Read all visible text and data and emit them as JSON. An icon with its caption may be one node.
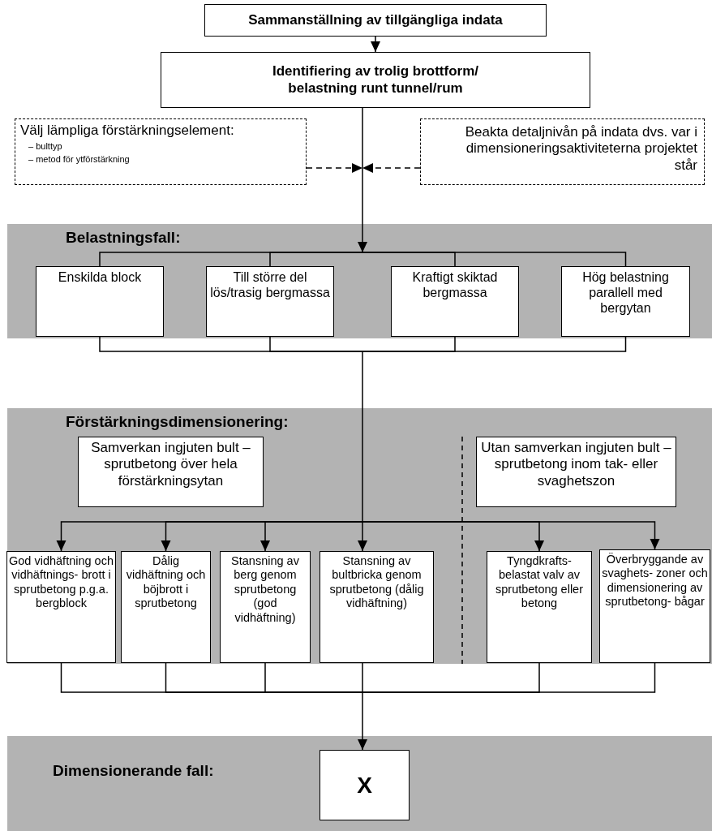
{
  "diagram": {
    "nodes": [
      {
        "text": [
          "Sammanställning av tillgängliga indata"
        ]
      },
      {
        "text": [
          "Identifiering av trolig brottform/ belastning runt tunnel/rum"
        ]
      },
      {
        "text": [
          "Välj lämpliga förstärkningselement:",
          "– bulttyp",
          "– metod för ytförstärkning"
        ]
      },
      {
        "text": [
          "Beakta detaljnivån på indata dvs. var i dimensioneringsaktiviteterna projektet står"
        ]
      },
      {
        "text": [
          "Belastningsfall:"
        ]
      },
      {
        "text": [
          "Enskilda block"
        ],
        "in": 4
      },
      {
        "text": [
          "Till större del lös/trasig bergmassa"
        ],
        "in": 4
      },
      {
        "text": [
          "Kraftigt skiktad bergmassa"
        ],
        "in": 4
      },
      {
        "text": [
          "Hög belastning parallell med bergytan"
        ],
        "in": 4
      },
      {
        "text": [
          "Förstärkningsdimensionering:"
        ]
      },
      {
        "text": [
          "Samverkan ingjuten bult –sprutbetong över hela förstärkningsytan"
        ],
        "in": 9
      },
      {
        "text": [
          "Utan samverkan ingjuten bult –sprutbetong inom tak- eller svaghetszon"
        ],
        "in": 9
      },
      {
        "text": [
          "God vidhäftning och vidhäftnings- brott i sprutbetong p.g.a. bergblock"
        ],
        "in": 9
      },
      {
        "text": [
          "Dålig vidhäftning och böjbrott i sprutbetong"
        ],
        "in": 9
      },
      {
        "text": [
          "Stansning av berg genom sprutbetong (god vidhäftning)"
        ],
        "in": 9
      },
      {
        "text": [
          "Stansning av bultbricka genom sprutbetong (dålig vidhäftning)"
        ],
        "in": 9
      },
      {
        "text": [
          "Tyngdkrafts- belastat valv av sprutbetong eller betong"
        ],
        "in": 9
      },
      {
        "text": [
          "Överbryggande av svaghets- zoner och dimensionering av sprutbetong- bågar"
        ],
        "in": 9
      },
      {
        "text": [
          "Dimensionerande fall:"
        ]
      },
      {
        "text": [
          "X"
        ],
        "in": 18
      }
    ],
    "edges": [
      {
        "from": 0,
        "to": 1,
        "arrow": "to"
      },
      {
        "from": 2,
        "to": null,
        "arrow": "to",
        "style": "dashed"
      },
      {
        "from": 3,
        "to": null,
        "arrow": "to",
        "style": "dashed"
      },
      {
        "from": 1,
        "to": 4,
        "arrow": "to"
      },
      {
        "from": null,
        "to": 5,
        "arrow": "none"
      },
      {
        "from": null,
        "to": 6,
        "arrow": "none"
      },
      {
        "from": null,
        "to": 7,
        "arrow": "none"
      },
      {
        "from": null,
        "to": 8,
        "arrow": "none"
      },
      {
        "from": 5,
        "to": 12,
        "arrow": "to"
      },
      {
        "from": 5,
        "to": 13,
        "arrow": "to"
      },
      {
        "from": 5,
        "to": 14,
        "arrow": "to"
      },
      {
        "from": 5,
        "to": 15,
        "arrow": "to"
      },
      {
        "from": 5,
        "to": 16,
        "arrow": "to"
      },
      {
        "from": 5,
        "to": 17,
        "arrow": "to"
      },
      {
        "from": 6,
        "to": 12,
        "arrow": "to"
      },
      {
        "from": 6,
        "to": 13,
        "arrow": "to"
      },
      {
        "from": 6,
        "to": 14,
        "arrow": "to"
      },
      {
        "from": 6,
        "to": 15,
        "arrow": "to"
      },
      {
        "from": 6,
        "to": 16,
        "arrow": "to"
      },
      {
        "from": 6,
        "to": 17,
        "arrow": "to"
      },
      {
        "from": 7,
        "to": 12,
        "arrow": "to"
      },
      {
        "from": 7,
        "to": 13,
        "arrow": "to"
      },
      {
        "from": 7,
        "to": 14,
        "arrow": "to"
      },
      {
        "from": 7,
        "to": 15,
        "arrow": "to"
      },
      {
        "from": 7,
        "to": 16,
        "arrow": "to"
      },
      {
        "from": 7,
        "to": 17,
        "arrow": "to"
      },
      {
        "from": 8,
        "to": 12,
        "arrow": "to"
      },
      {
        "from": 8,
        "to": 13,
        "arrow": "to"
      },
      {
        "from": 8,
        "to": 14,
        "arrow": "to"
      },
      {
        "from": 8,
        "to": 15,
        "arrow": "to"
      },
      {
        "from": 8,
        "to": 16,
        "arrow": "to"
      },
      {
        "from": 8,
        "to": 17,
        "arrow": "to"
      },
      {
        "from": 12,
        "to": 19,
        "arrow": "to"
      },
      {
        "from": 13,
        "to": 19,
        "arrow": "to"
      },
      {
        "from": 14,
        "to": 19,
        "arrow": "to"
      },
      {
        "from": 15,
        "to": 19,
        "arrow": "to"
      },
      {
        "from": 16,
        "to": 19,
        "arrow": "to"
      },
      {
        "from": 17,
        "to": 19,
        "arrow": "to"
      }
    ]
  }
}
